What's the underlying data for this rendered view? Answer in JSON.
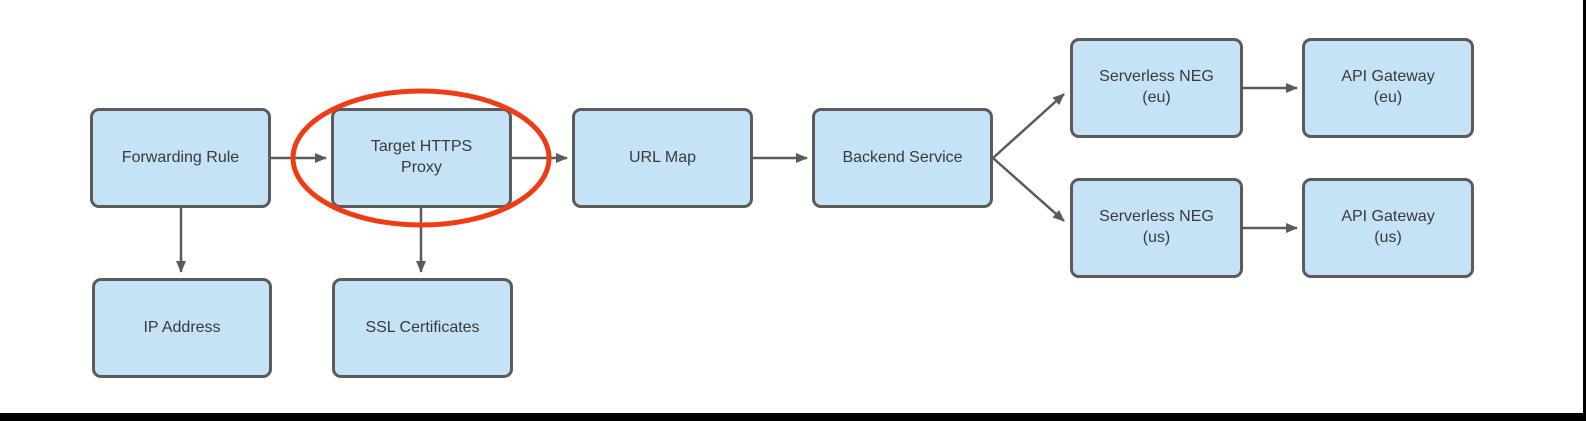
{
  "diagram": {
    "type": "flowchart",
    "nodes": [
      {
        "id": "forwarding-rule",
        "label": "Forwarding Rule"
      },
      {
        "id": "target-https-proxy",
        "label": "Target HTTPS\nProxy",
        "annotated": true
      },
      {
        "id": "url-map",
        "label": "URL Map"
      },
      {
        "id": "backend-service",
        "label": "Backend Service"
      },
      {
        "id": "serverless-neg-eu",
        "label": "Serverless NEG\n(eu)"
      },
      {
        "id": "api-gateway-eu",
        "label": "API Gateway\n(eu)"
      },
      {
        "id": "serverless-neg-us",
        "label": "Serverless NEG\n(us)"
      },
      {
        "id": "api-gateway-us",
        "label": "API Gateway\n(us)"
      },
      {
        "id": "ip-address",
        "label": "IP Address"
      },
      {
        "id": "ssl-certificates",
        "label": "SSL Certificates"
      }
    ],
    "edges": [
      {
        "from": "forwarding-rule",
        "to": "target-https-proxy"
      },
      {
        "from": "target-https-proxy",
        "to": "url-map"
      },
      {
        "from": "url-map",
        "to": "backend-service"
      },
      {
        "from": "backend-service",
        "to": "serverless-neg-eu"
      },
      {
        "from": "backend-service",
        "to": "serverless-neg-us"
      },
      {
        "from": "serverless-neg-eu",
        "to": "api-gateway-eu"
      },
      {
        "from": "serverless-neg-us",
        "to": "api-gateway-us"
      },
      {
        "from": "forwarding-rule",
        "to": "ip-address"
      },
      {
        "from": "target-https-proxy",
        "to": "ssl-certificates"
      }
    ],
    "annotation": {
      "shape": "ellipse",
      "around": "target-https-proxy",
      "color": "#f03c14"
    }
  },
  "colors": {
    "background": "#ffffff",
    "node_fill": "#c5e2f6",
    "node_border": "#5b5b5b",
    "arrow": "#5b5b5b",
    "text": "#3a3a3a",
    "highlight": "#f03c14",
    "frame_edge": "#000000"
  }
}
